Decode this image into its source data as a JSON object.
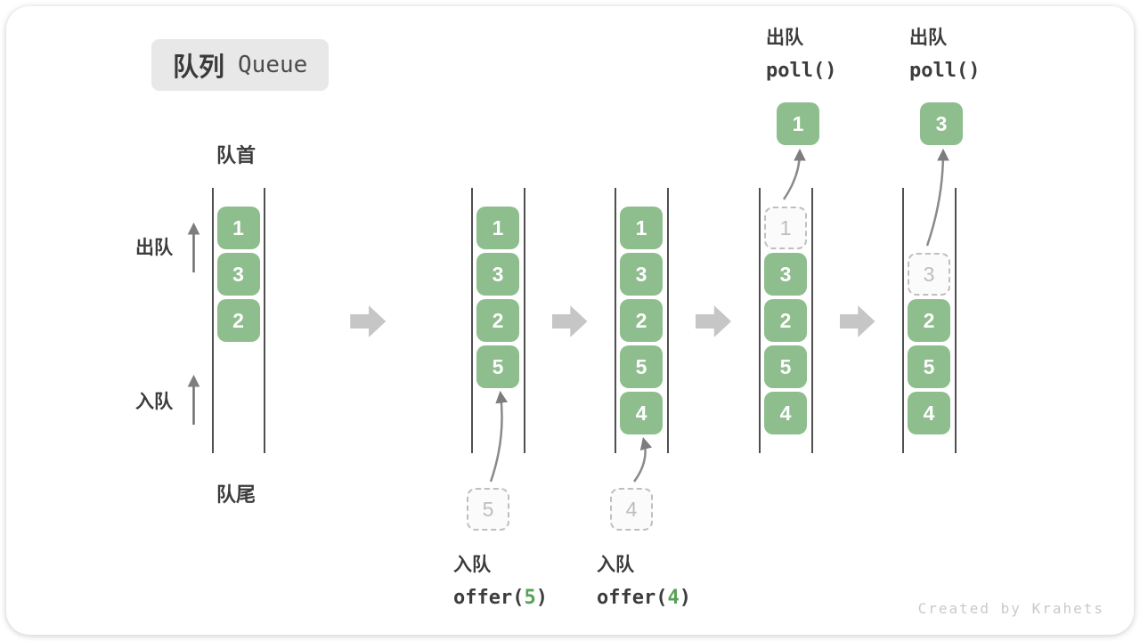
{
  "title": {
    "zh": "队列",
    "en": "Queue"
  },
  "side_labels": {
    "front": "队首",
    "rear": "队尾",
    "dequeue": "出队",
    "enqueue": "入队"
  },
  "watermark": "Created by Krahets",
  "colors": {
    "box_green": "#8ebd8e",
    "box_text": "#ffffff",
    "dashed_border": "#bfbfbf",
    "dashed_text": "#bdbdbd",
    "wall": "#4f4f4f",
    "curve_arrow": "#8a8a8a",
    "block_arrow": "#c6c6c6",
    "text_dark": "#3c3c3c",
    "accent_green": "#57a157",
    "badge_bg": "#e8e8e8",
    "watermark_gray": "#c9c9c9"
  },
  "queues": [
    {
      "cells": [
        {
          "slot": 1,
          "value": "1",
          "style": "solid"
        },
        {
          "slot": 2,
          "value": "3",
          "style": "solid"
        },
        {
          "slot": 3,
          "value": "2",
          "style": "solid"
        }
      ]
    },
    {
      "cells": [
        {
          "slot": 1,
          "value": "1",
          "style": "solid"
        },
        {
          "slot": 2,
          "value": "3",
          "style": "solid"
        },
        {
          "slot": 3,
          "value": "2",
          "style": "solid"
        },
        {
          "slot": 4,
          "value": "5",
          "style": "solid"
        }
      ],
      "pending": {
        "value": "5"
      },
      "op_bottom": {
        "zh": "入队",
        "code_pre": "offer(",
        "arg": "5",
        "code_post": ")"
      }
    },
    {
      "cells": [
        {
          "slot": 1,
          "value": "1",
          "style": "solid"
        },
        {
          "slot": 2,
          "value": "3",
          "style": "solid"
        },
        {
          "slot": 3,
          "value": "2",
          "style": "solid"
        },
        {
          "slot": 4,
          "value": "5",
          "style": "solid"
        },
        {
          "slot": 5,
          "value": "4",
          "style": "solid"
        }
      ],
      "pending": {
        "value": "4"
      },
      "op_bottom": {
        "zh": "入队",
        "code_pre": "offer(",
        "arg": "4",
        "code_post": ")"
      }
    },
    {
      "cells": [
        {
          "slot": 1,
          "value": "1",
          "style": "dashed"
        },
        {
          "slot": 2,
          "value": "3",
          "style": "solid"
        },
        {
          "slot": 3,
          "value": "2",
          "style": "solid"
        },
        {
          "slot": 4,
          "value": "5",
          "style": "solid"
        },
        {
          "slot": 5,
          "value": "4",
          "style": "solid"
        }
      ],
      "popped": {
        "value": "1"
      },
      "op_top": {
        "zh": "出队",
        "code": "poll()"
      }
    },
    {
      "cells": [
        {
          "slot": 2,
          "value": "3",
          "style": "dashed"
        },
        {
          "slot": 3,
          "value": "2",
          "style": "solid"
        },
        {
          "slot": 4,
          "value": "5",
          "style": "solid"
        },
        {
          "slot": 5,
          "value": "4",
          "style": "solid"
        }
      ],
      "popped": {
        "value": "3"
      },
      "op_top": {
        "zh": "出队",
        "code": "poll()"
      }
    }
  ]
}
